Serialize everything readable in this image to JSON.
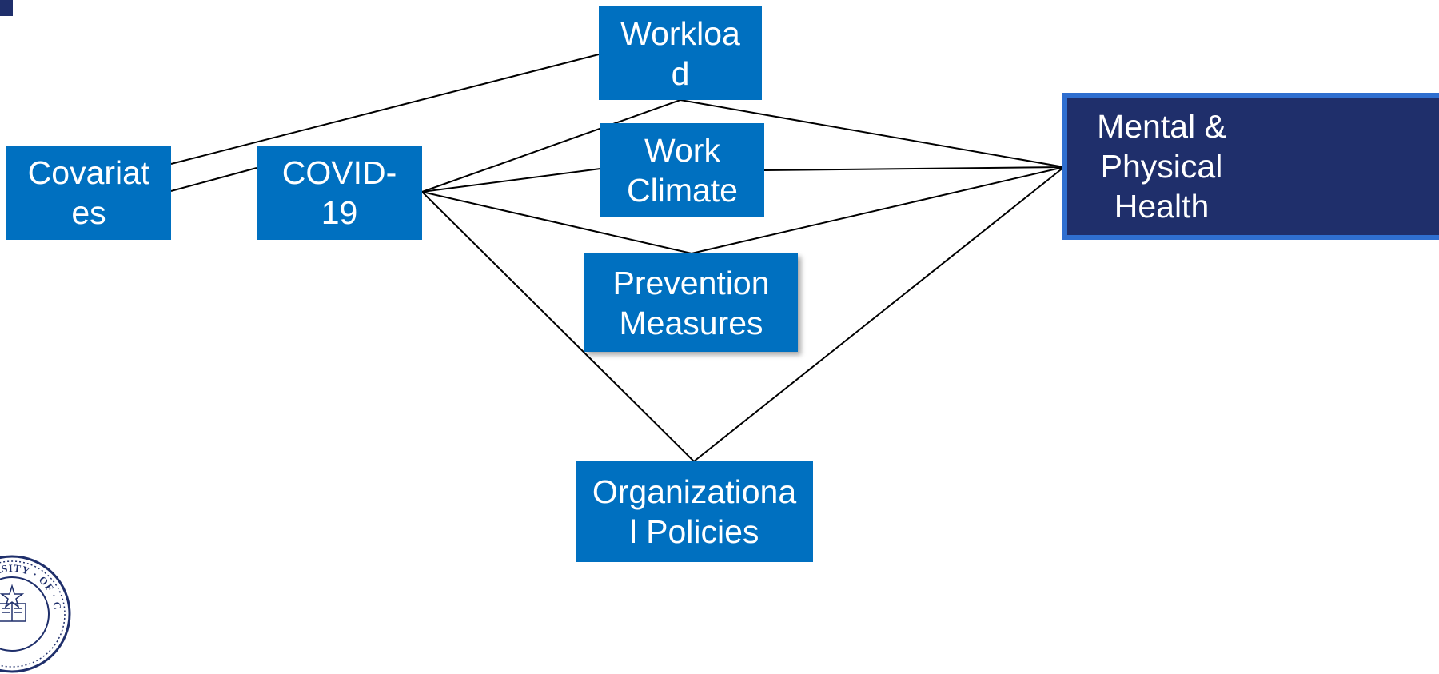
{
  "nodes": {
    "covariates": "Covariat\nes",
    "covid": "COVID-\n19",
    "workload": "Workloa\nd",
    "work_climate": "Work\nClimate",
    "prevention": "Prevention\nMeasures",
    "org_policies": "Organizationa\nl Policies",
    "health": "Mental &\nPhysical\nHealth"
  },
  "edges": [
    [
      "covariates",
      "workload"
    ],
    [
      "covariates",
      "covid"
    ],
    [
      "covid",
      "workload"
    ],
    [
      "covid",
      "work_climate"
    ],
    [
      "covid",
      "prevention"
    ],
    [
      "covid",
      "org_policies"
    ],
    [
      "workload",
      "health"
    ],
    [
      "work_climate",
      "health"
    ],
    [
      "prevention",
      "health"
    ],
    [
      "org_policies",
      "health"
    ]
  ],
  "colors": {
    "node_fill": "#0070c0",
    "outcome_fill": "#1f2f6b",
    "outcome_border": "#2f6fd0",
    "line": "#000000"
  },
  "logo": {
    "name": "university-seal",
    "text": "UNIVERSITY OF CALI"
  }
}
